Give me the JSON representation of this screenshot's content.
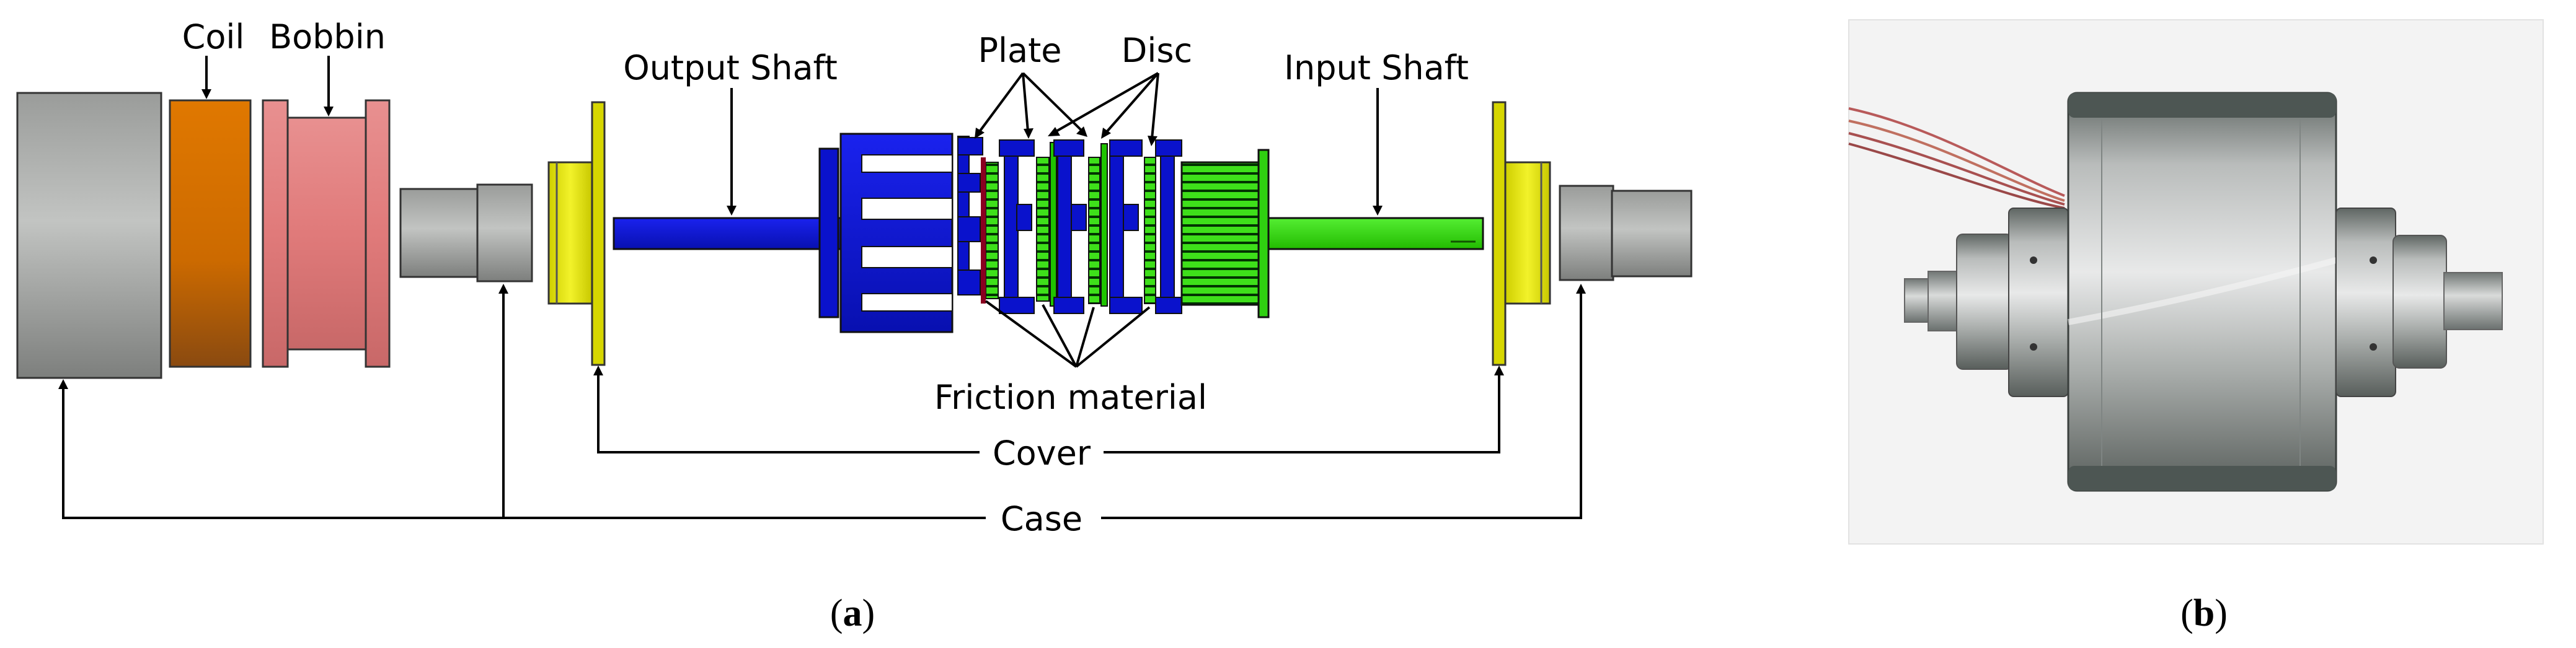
{
  "panel_a": {
    "labels": {
      "coil": "Coil",
      "bobbin": "Bobbin",
      "output_shaft": "Output Shaft",
      "plate": "Plate",
      "disc": "Disc",
      "input_shaft": "Input Shaft",
      "friction_material": "Friction material",
      "cover": "Cover",
      "case": "Case"
    },
    "caption": {
      "open": "(",
      "letter": "a",
      "close": ")"
    }
  },
  "panel_b": {
    "caption": {
      "open": "(",
      "letter": "b",
      "close": ")"
    }
  },
  "colors": {
    "case_gray": "#a4a6a4",
    "coil_orange": "#e07a00",
    "bobbin_pink": "#e07a7a",
    "cover_yellow": "#e6e600",
    "output_blue": "#0a14d8",
    "input_green": "#33dd11",
    "photo_bg": "#f3f3f3"
  }
}
